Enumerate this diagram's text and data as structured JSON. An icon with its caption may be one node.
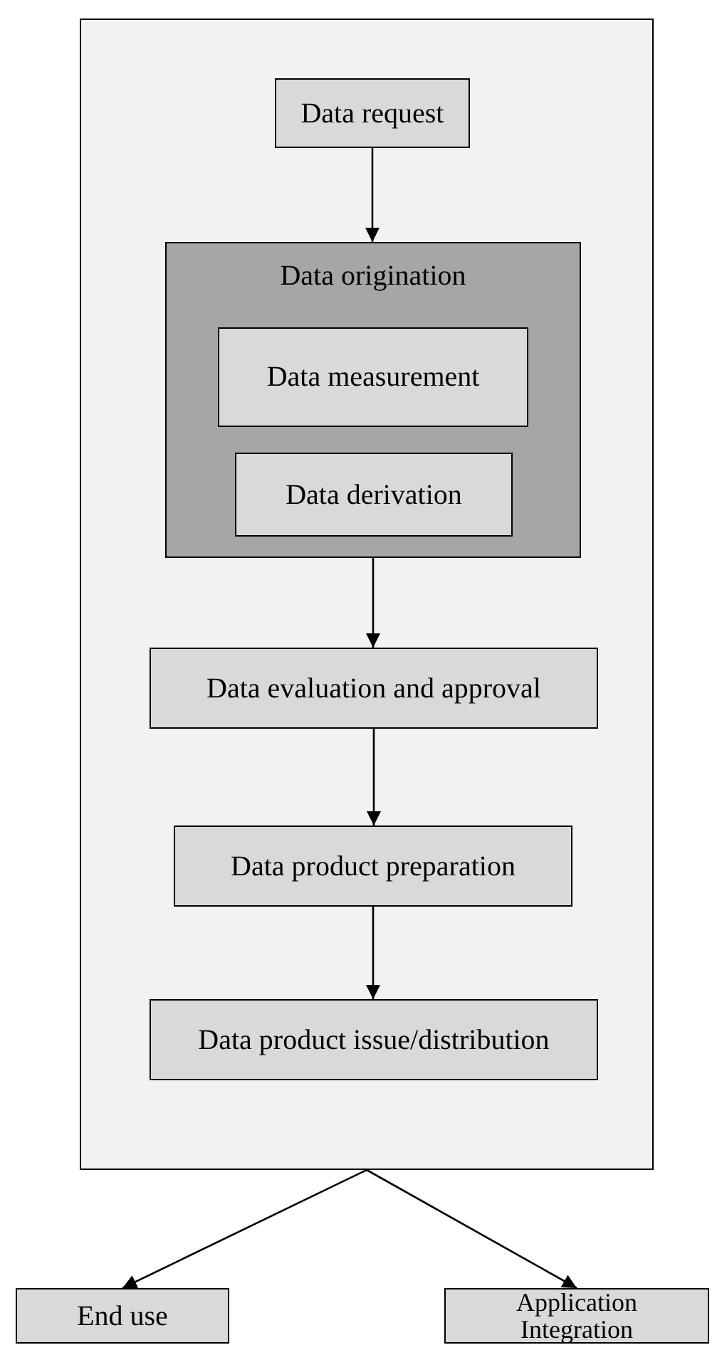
{
  "diagram": {
    "nodes": [
      {
        "text": [],
        "shape": "box"
      },
      {
        "text": [
          "Data request"
        ],
        "in": 0
      },
      {
        "text": [
          "Data origination"
        ],
        "in": 0
      },
      {
        "text": [
          "Data measurement"
        ],
        "in": 2
      },
      {
        "text": [
          "Data derivation"
        ],
        "in": 2
      },
      {
        "text": [
          "Data evaluation and approval"
        ],
        "in": 0
      },
      {
        "text": [
          "Data product preparation"
        ],
        "in": 0
      },
      {
        "text": [
          "Data product issue/distribution"
        ],
        "in": 0
      },
      {
        "text": [
          "End use"
        ]
      },
      {
        "text": [
          "Application Integration"
        ]
      }
    ],
    "edges": [
      {
        "from": 1,
        "to": 2,
        "arrow": "to"
      },
      {
        "from": 2,
        "to": 5,
        "arrow": "to"
      },
      {
        "from": 5,
        "to": 6,
        "arrow": "to"
      },
      {
        "from": 6,
        "to": 7,
        "arrow": "to"
      },
      {
        "from": 0,
        "to": 8,
        "arrow": "to"
      },
      {
        "from": 0,
        "to": 9,
        "arrow": "to"
      }
    ]
  }
}
